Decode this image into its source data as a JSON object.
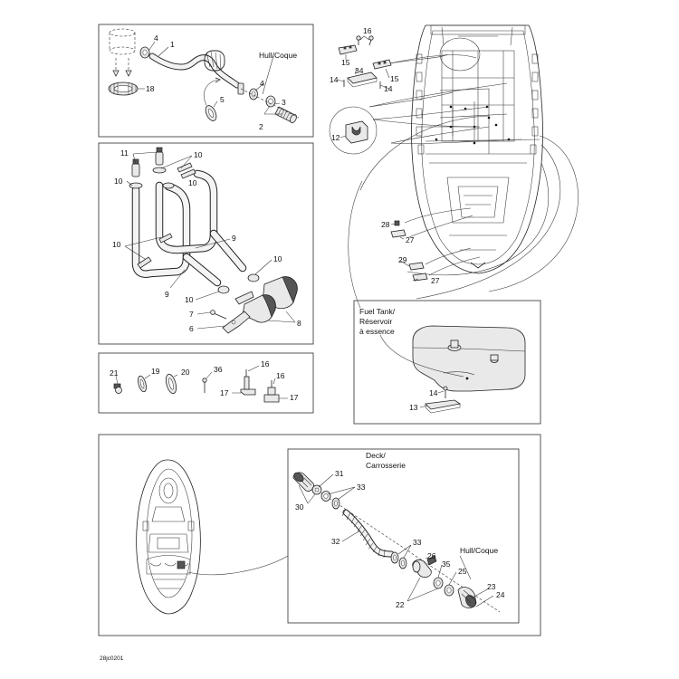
{
  "ref_code": "28jc0201",
  "labels": {
    "hull_coque": "Hull/Coque",
    "fuel_tank": "Fuel Tank/",
    "reservoir": "Réservoir",
    "a_essence": "à essence",
    "deck": "Deck/",
    "carrosserie": "Carrosserie",
    "hull_coque_2": "Hull/Coque"
  },
  "callouts": {
    "p1": [
      "4",
      "1",
      "18",
      "5",
      "4",
      "3",
      "2"
    ],
    "p2": [
      "11",
      "10",
      "10",
      "10",
      "9",
      "10",
      "10",
      "9",
      "10",
      "7",
      "6",
      "8"
    ],
    "p3": [
      "21",
      "19",
      "20",
      "36",
      "16",
      "16",
      "17",
      "17"
    ],
    "p4": [
      "16",
      "15",
      "34",
      "14",
      "14",
      "15",
      "12",
      "28",
      "27",
      "29",
      "27"
    ],
    "p5": [
      "14",
      "13"
    ],
    "p6": [
      "31",
      "33",
      "30",
      "32",
      "33",
      "26",
      "35",
      "25",
      "22",
      "23",
      "24"
    ]
  }
}
